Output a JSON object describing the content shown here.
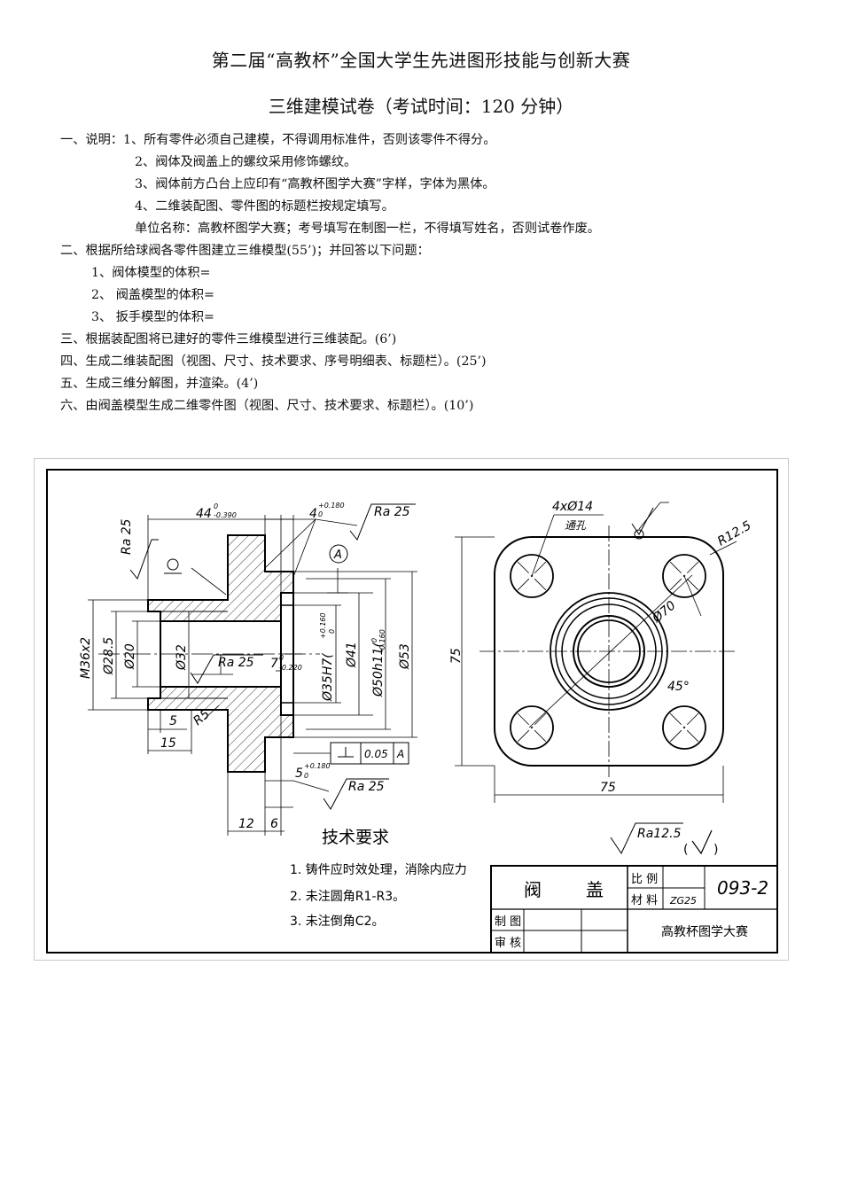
{
  "header": {
    "title": "第二届“高教杯”全国大学生先进图形技能与创新大赛",
    "subtitle": "三维建模试卷（考试时间：120 分钟）"
  },
  "questions": [
    "一、说明：1、所有零件必须自己建模，不得调用标准件，否则该零件不得分。",
    "2、阀体及阀盖上的螺纹采用修饰螺纹。",
    "3、阀体前方凸台上应印有“高教杯图学大赛”字样，字体为黑体。",
    "4、二维装配图、零件图的标题栏按规定填写。",
    "单位名称：高教杯图学大赛；考号填写在制图一栏，不得填写姓名，否则试卷作废。",
    "二、根据所给球阀各零件图建立三维模型(55’)；并回答以下问题：",
    "1、阀体模型的体积=",
    "2、 阀盖模型的体积=",
    "3、 扳手模型的体积=",
    "三、根据装配图将已建好的零件三维模型进行三维装配。(6’)",
    "四、生成二维装配图（视图、尺寸、技术要求、序号明细表、标题栏）。(25’)",
    "五、生成三维分解图，并渲染。(4’)",
    "六、由阀盖模型生成二维零件图（视图、尺寸、技术要求、标题栏）。(10’)"
  ],
  "drawing": {
    "dims": {
      "d44": "44",
      "d44_up": "0",
      "d44_lo": "-0.390",
      "d4": "4",
      "d4_up": "+0.180",
      "d4_lo": "0",
      "ra25": "Ra 25",
      "datum": "A",
      "m36": "M36x2",
      "d285": "Ø28.5",
      "d20": "Ø20",
      "d32": "Ø32",
      "d35": "Ø35H7(",
      "d35_up": "+0.160",
      "d35_lo": "0",
      "d41": "Ø41",
      "d50": "Ø50h11(",
      "d50_up": "0",
      "d50_lo": "-0.160",
      "d53": "Ø53",
      "d7": "7",
      "d7_up": "0",
      "d7_lo": "-0.220",
      "r5": "R5",
      "d5": "5",
      "d15": "15",
      "tol": "0.05",
      "tol_ref": "A",
      "d5b": "5",
      "d5b_up": "+0.180",
      "d5b_lo": "0",
      "d12": "12",
      "d6": "6",
      "holes": "4xØ14",
      "through": "通孔",
      "r125": "R12.5",
      "d70": "Ø70",
      "a45": "45°",
      "v75": "75",
      "h75": "75",
      "ra125": "Ra12.5",
      "ra125_paren_l": "(",
      "ra125_paren_r": ")"
    },
    "tech_req": {
      "title": "技术要求",
      "items": [
        "1. 铸件应时效处理，消除内应力",
        "2. 未注圆角R1-R3。",
        "3. 未注倒角C2。"
      ]
    },
    "title_block": {
      "part_name_1": "阀",
      "part_name_2": "盖",
      "scale_label": "比 例",
      "material_label": "材 料",
      "material_value": "ZG25",
      "drawing_no": "093-2",
      "drawn_label": "制 图",
      "checked_label": "审 核",
      "org": "高教杯图学大赛"
    }
  }
}
